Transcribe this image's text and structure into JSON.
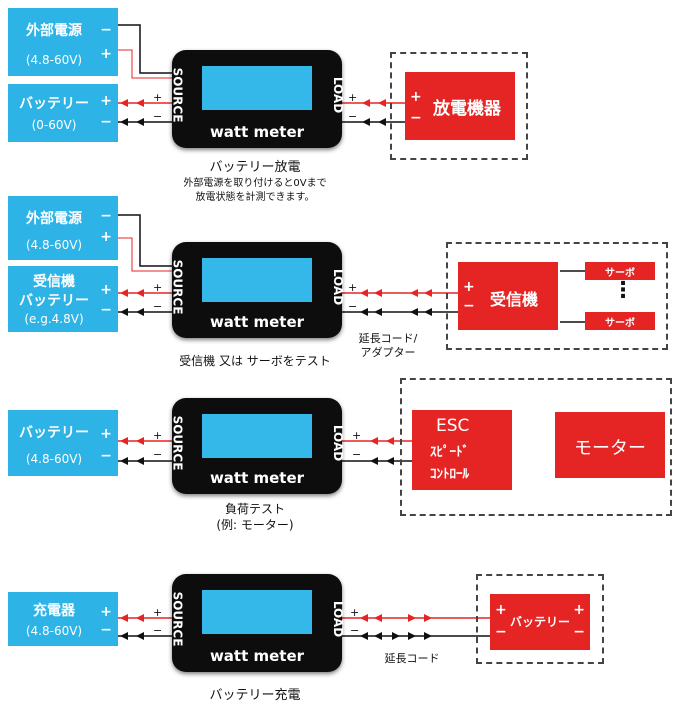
{
  "labels": {
    "external_power": "外部電源",
    "battery_katakana": "バッテリー",
    "receiver": "受信機",
    "charger": "充電器",
    "range_48_60": "(4.8-60V)",
    "range_0_60": "(0-60V)",
    "eg_48": "(e.g.4.8V)",
    "plus": "+",
    "minus": "−",
    "source": "SOURCE",
    "load": "LOAD",
    "watt_meter": "watt meter",
    "discharge_device": "放電機器",
    "servo": "サーボ",
    "esc": "ESC",
    "esc_line2": "ｽﾋﾟｰﾄﾞ",
    "esc_line3": "ｺﾝﾄﾛｰﾙ",
    "motor": "モーター",
    "vertical_dots": "⋮"
  },
  "captions": {
    "c1_title": "バッテリー放電",
    "c1_line2": "外部電源を取り付けると0Vまで",
    "c1_line3": "放電状態を計測できます。",
    "c2_title": "受信機 又は サーボをテスト",
    "c2_ext1": "延長コード/",
    "c2_ext2": "アダプター",
    "c3_title": "負荷テスト",
    "c3_line2": "(例:  モーター)",
    "c4_ext": "延長コード",
    "c4_title": "バッテリー充電"
  },
  "colors": {
    "cyan": "#2db3e6",
    "red": "#e52424",
    "meter": "#0d0d0d",
    "screen": "#34b8ea"
  }
}
